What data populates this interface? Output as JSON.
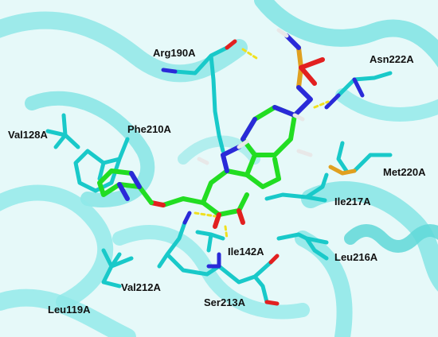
{
  "figure": {
    "colors": {
      "background": "#ffffff",
      "protein_cartoon": "#63e0e0",
      "protein_cartoon_dark": "#3ccaca",
      "residue_carbon": "#19c9c9",
      "ligand_carbon": "#22dd22",
      "nitrogen": "#2a2ad8",
      "oxygen": "#e22020",
      "sulfur": "#e0a020",
      "hydrogen": "#e8e8e8",
      "hbond": "#f0e020",
      "label_text": "#111111"
    },
    "residue_labels": [
      "Arg190A",
      "Asn222A",
      "Phe210A",
      "Val128A",
      "Met220A",
      "Ile217A",
      "Ile142A",
      "Leu216A",
      "Val212A",
      "Ser213A",
      "Leu119A"
    ]
  }
}
